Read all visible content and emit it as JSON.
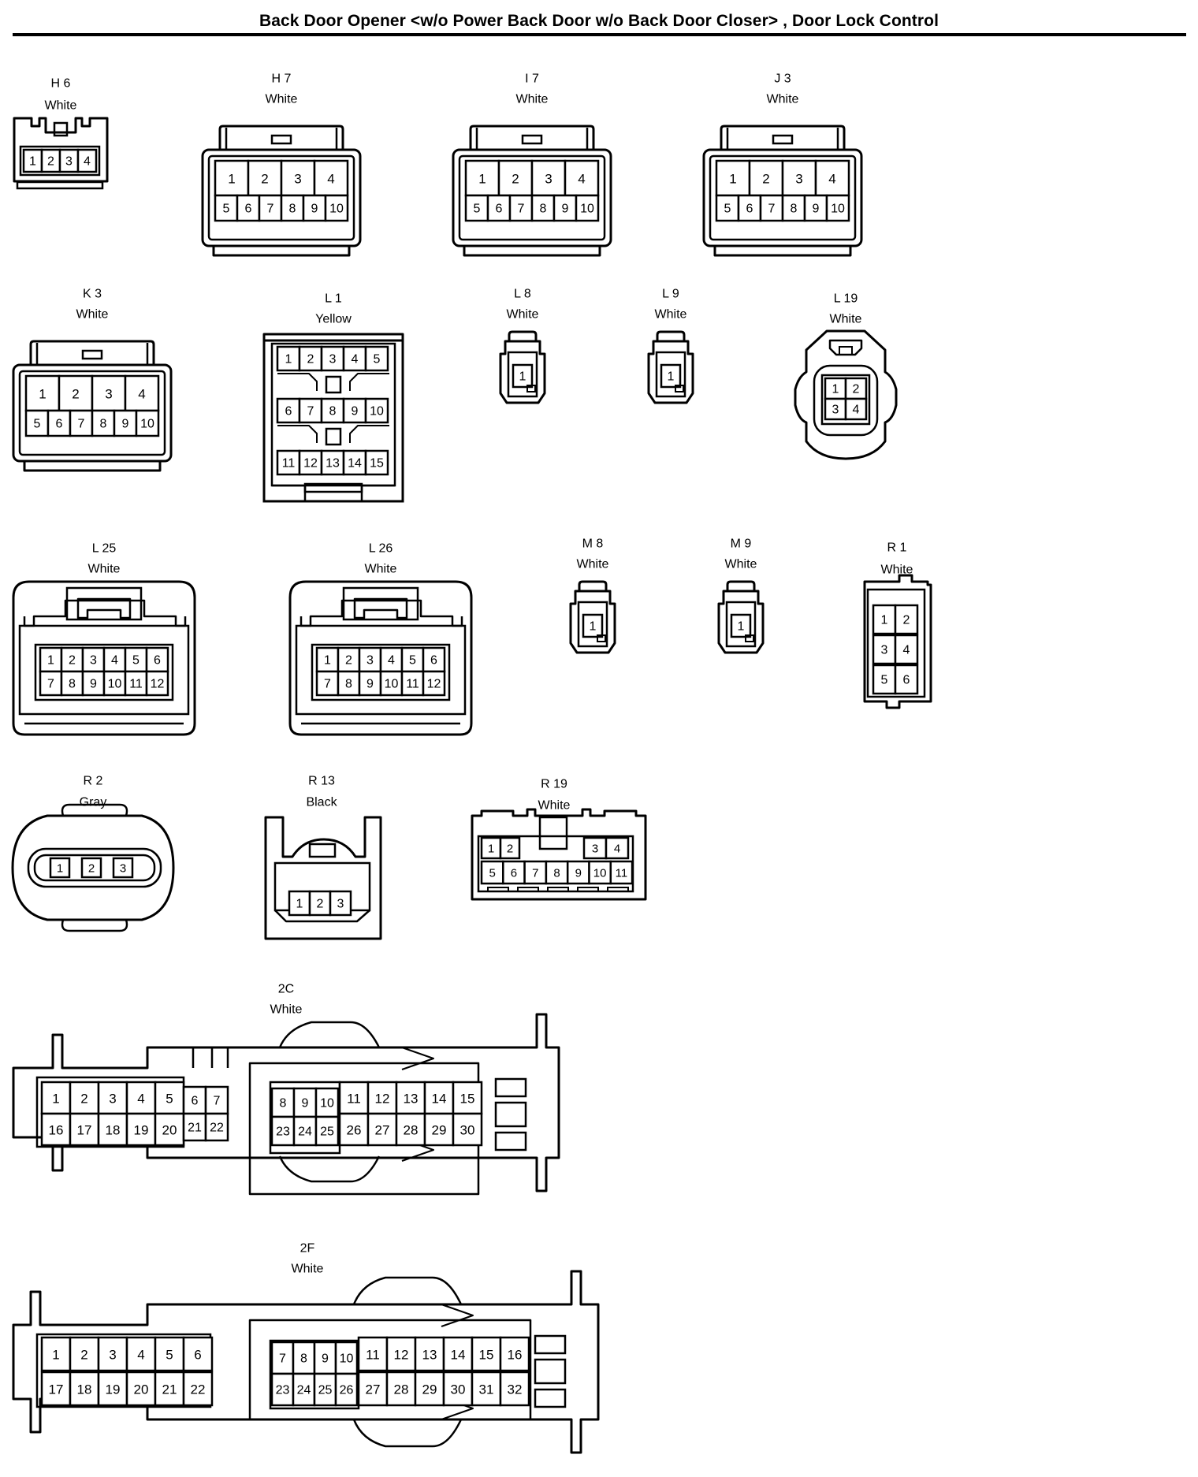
{
  "title": "Back Door Opener <w/o Power Back Door w/o Back Door Closer> , Door Lock Control",
  "connectors": {
    "h6": {
      "code": "H 6",
      "color": "White",
      "pins": [
        "1",
        "2",
        "3",
        "4"
      ]
    },
    "h7": {
      "code": "H 7",
      "color": "White",
      "pins": [
        "1",
        "2",
        "3",
        "4",
        "5",
        "6",
        "7",
        "8",
        "9",
        "10"
      ]
    },
    "i7": {
      "code": "I 7",
      "color": "White",
      "pins": [
        "1",
        "2",
        "3",
        "4",
        "5",
        "6",
        "7",
        "8",
        "9",
        "10"
      ]
    },
    "j3": {
      "code": "J 3",
      "color": "White",
      "pins": [
        "1",
        "2",
        "3",
        "4",
        "5",
        "6",
        "7",
        "8",
        "9",
        "10"
      ]
    },
    "k3": {
      "code": "K 3",
      "color": "White",
      "pins": [
        "1",
        "2",
        "3",
        "4",
        "5",
        "6",
        "7",
        "8",
        "9",
        "10"
      ]
    },
    "l1": {
      "code": "L 1",
      "color": "Yellow",
      "pins": [
        "1",
        "2",
        "3",
        "4",
        "5",
        "6",
        "7",
        "8",
        "9",
        "10",
        "11",
        "12",
        "13",
        "14",
        "15"
      ]
    },
    "l8": {
      "code": "L 8",
      "color": "White",
      "pins": [
        "1"
      ]
    },
    "l9": {
      "code": "L 9",
      "color": "White",
      "pins": [
        "1"
      ]
    },
    "l19": {
      "code": "L 19",
      "color": "White",
      "pins": [
        "1",
        "2",
        "3",
        "4"
      ]
    },
    "l25": {
      "code": "L 25",
      "color": "White",
      "pins": [
        "1",
        "2",
        "3",
        "4",
        "5",
        "6",
        "7",
        "8",
        "9",
        "10",
        "11",
        "12"
      ]
    },
    "l26": {
      "code": "L 26",
      "color": "White",
      "pins": [
        "1",
        "2",
        "3",
        "4",
        "5",
        "6",
        "7",
        "8",
        "9",
        "10",
        "11",
        "12"
      ]
    },
    "m8": {
      "code": "M 8",
      "color": "White",
      "pins": [
        "1"
      ]
    },
    "m9": {
      "code": "M 9",
      "color": "White",
      "pins": [
        "1"
      ]
    },
    "r1": {
      "code": "R 1",
      "color": "White",
      "pins": [
        "1",
        "2",
        "3",
        "4",
        "5",
        "6"
      ]
    },
    "r2": {
      "code": "R 2",
      "color": "Gray",
      "pins": [
        "1",
        "2",
        "3"
      ]
    },
    "r13": {
      "code": "R 13",
      "color": "Black",
      "pins": [
        "1",
        "2",
        "3"
      ]
    },
    "r19": {
      "code": "R 19",
      "color": "White",
      "pins": [
        "1",
        "2",
        "3",
        "4",
        "5",
        "6",
        "7",
        "8",
        "9",
        "10",
        "11"
      ]
    },
    "c2c": {
      "code": "2C",
      "color": "White",
      "pins": [
        "1",
        "2",
        "3",
        "4",
        "5",
        "6",
        "7",
        "8",
        "9",
        "10",
        "11",
        "12",
        "13",
        "14",
        "15",
        "16",
        "17",
        "18",
        "19",
        "20",
        "21",
        "22",
        "23",
        "24",
        "25",
        "26",
        "27",
        "28",
        "29",
        "30"
      ]
    },
    "c2f": {
      "code": "2F",
      "color": "White",
      "pins": [
        "1",
        "2",
        "3",
        "4",
        "5",
        "6",
        "7",
        "8",
        "9",
        "10",
        "11",
        "12",
        "13",
        "14",
        "15",
        "16",
        "17",
        "18",
        "19",
        "20",
        "21",
        "22",
        "23",
        "24",
        "25",
        "26",
        "27",
        "28",
        "29",
        "30",
        "31",
        "32"
      ]
    }
  }
}
